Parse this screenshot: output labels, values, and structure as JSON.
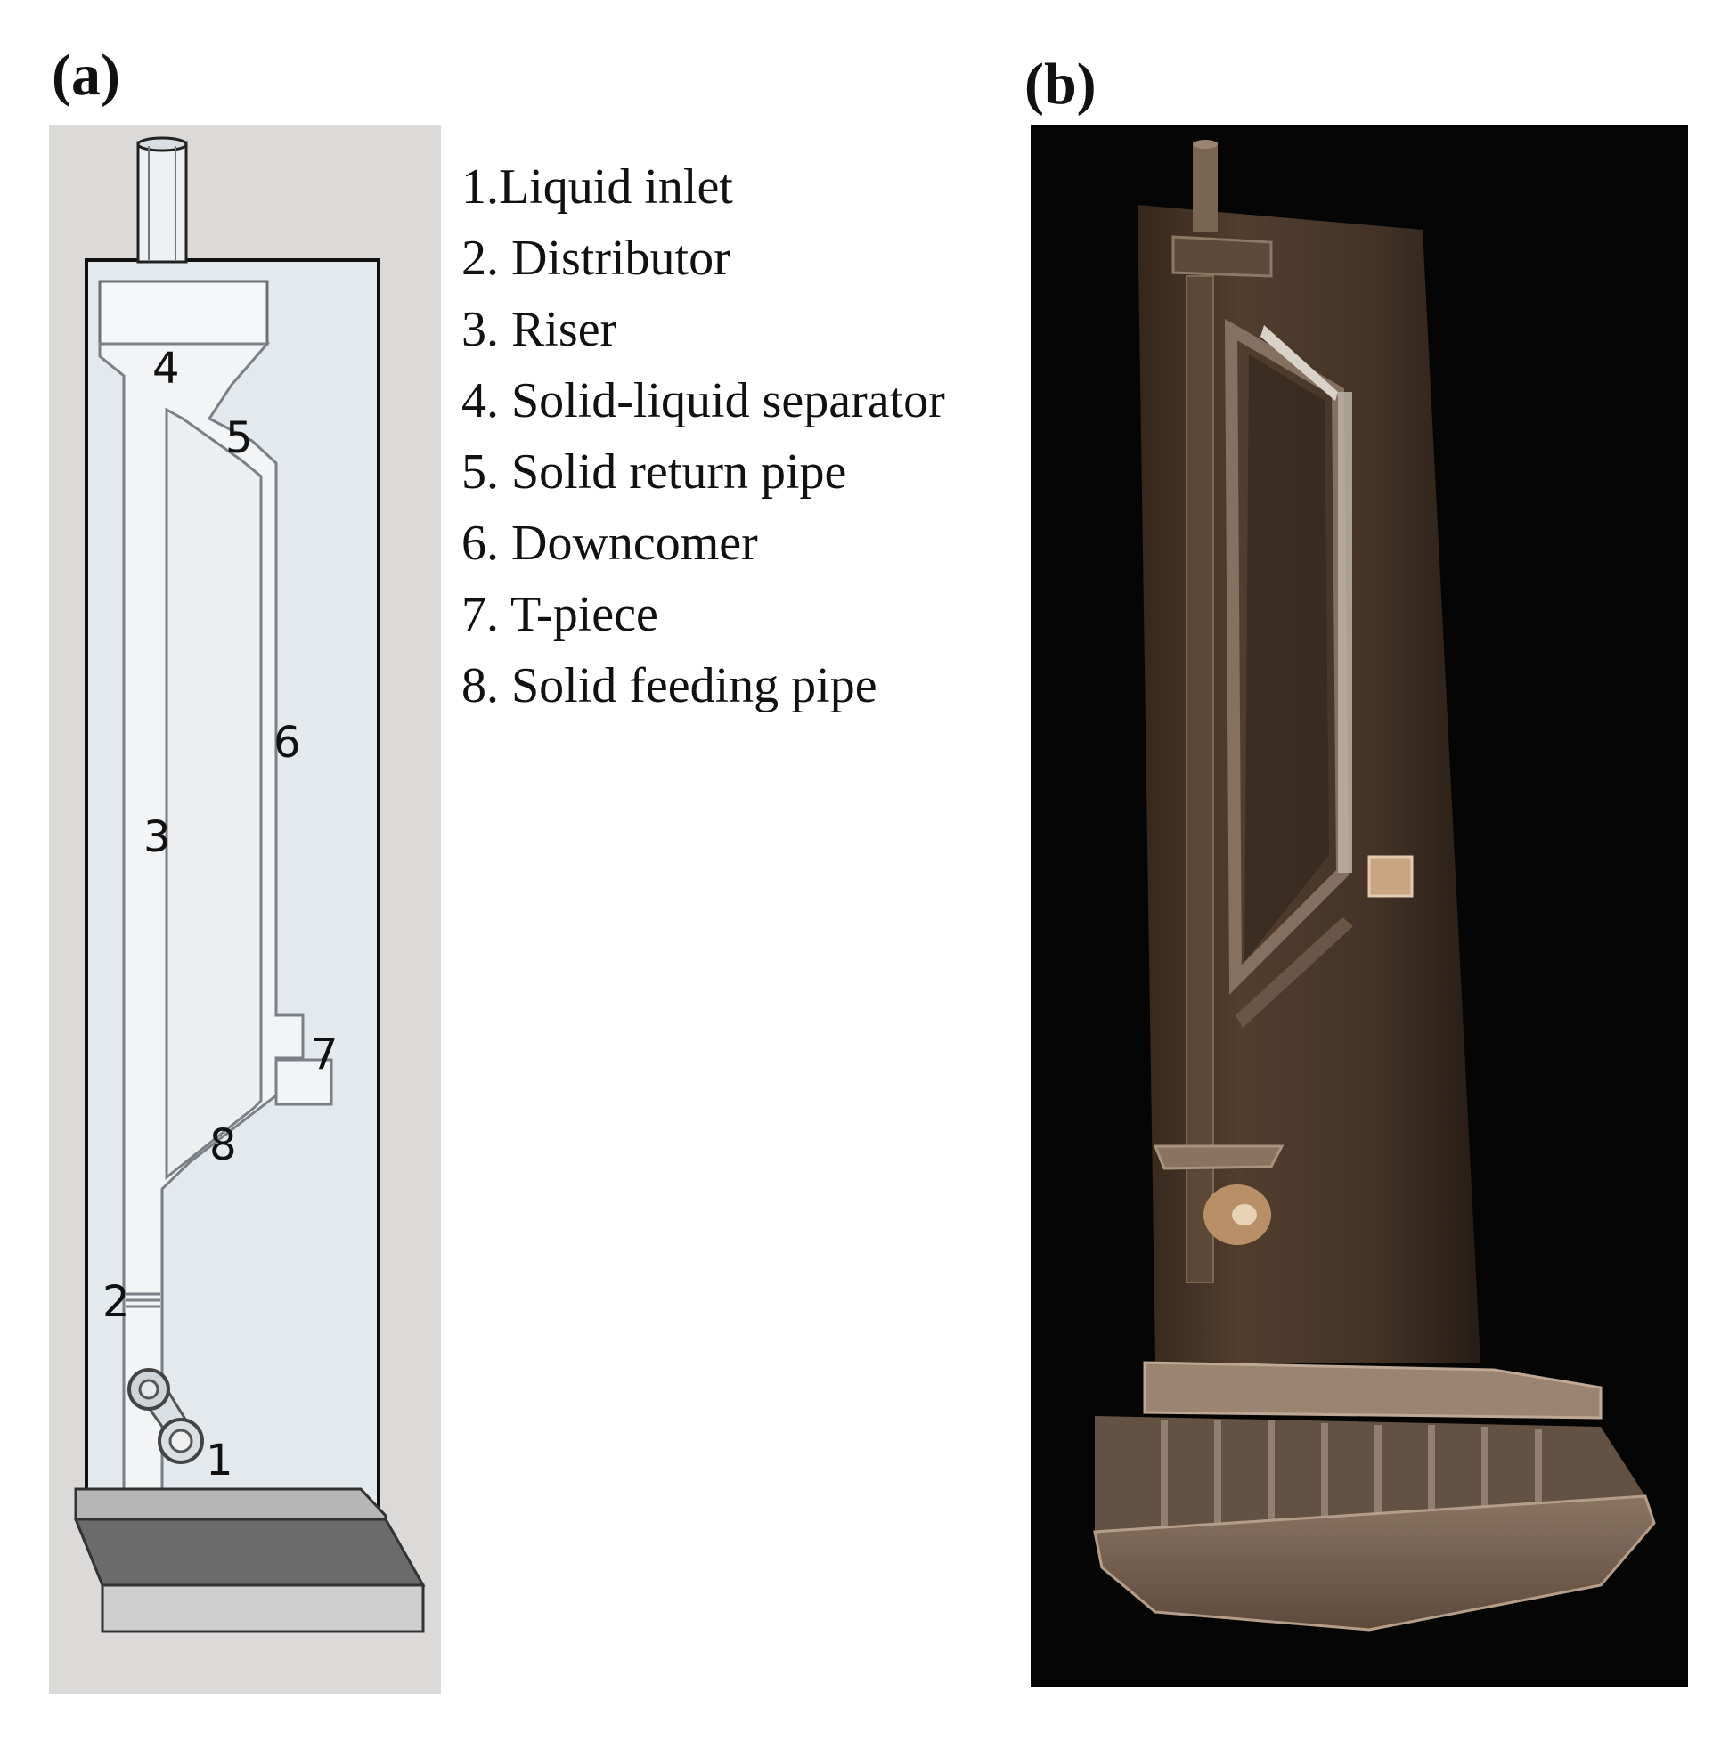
{
  "panel_a": {
    "label": "(a)",
    "callouts": [
      "1",
      "2",
      "3",
      "4",
      "5",
      "6",
      "7",
      "8"
    ]
  },
  "panel_b": {
    "label": "(b)"
  },
  "legend": [
    "1.Liquid inlet",
    "2. Distributor",
    "3. Riser",
    "4. Solid-liquid separator",
    "5. Solid return pipe",
    "6. Downcomer",
    "7. T-piece",
    "8. Solid feeding pipe"
  ]
}
